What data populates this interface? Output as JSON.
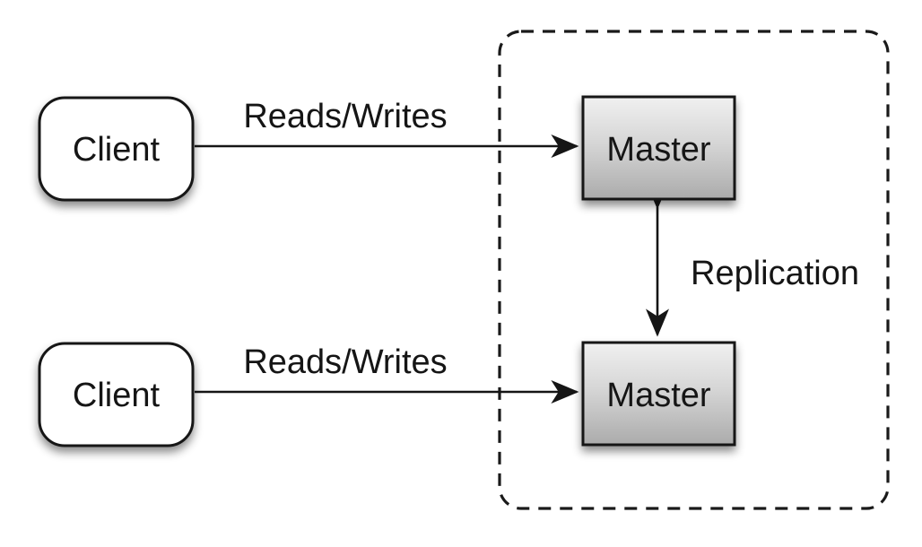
{
  "diagram": {
    "type": "architecture-diagram",
    "topic": "master-master replication",
    "nodes": {
      "client_top": {
        "label": "Client",
        "shape": "rounded-rect",
        "fill": "#ffffff"
      },
      "client_bottom": {
        "label": "Client",
        "shape": "rounded-rect",
        "fill": "#ffffff"
      },
      "master_top": {
        "label": "Master",
        "shape": "rect",
        "fill_gradient": [
          "#f0f0f0",
          "#ababab"
        ]
      },
      "master_bottom": {
        "label": "Master",
        "shape": "rect",
        "fill_gradient": [
          "#f0f0f0",
          "#ababab"
        ]
      }
    },
    "edges": {
      "reads_writes_top": {
        "label": "Reads/Writes",
        "from": "client_top",
        "to": "master_top",
        "direction": "one-way"
      },
      "reads_writes_bottom": {
        "label": "Reads/Writes",
        "from": "client_bottom",
        "to": "master_bottom",
        "direction": "one-way"
      },
      "replication": {
        "label": "Replication",
        "from": "master_top",
        "to": "master_bottom",
        "direction": "two-way"
      }
    },
    "boundary": {
      "style": "dashed",
      "contains": [
        "master_top",
        "master_bottom"
      ]
    },
    "colors": {
      "background": "#ffffff",
      "line": "#151515",
      "text": "#151515",
      "client_fill": "#ffffff",
      "master_gradient_top": "#f0f0f0",
      "master_gradient_mid": "#d6d6d6",
      "master_gradient_bottom": "#ababab"
    }
  }
}
